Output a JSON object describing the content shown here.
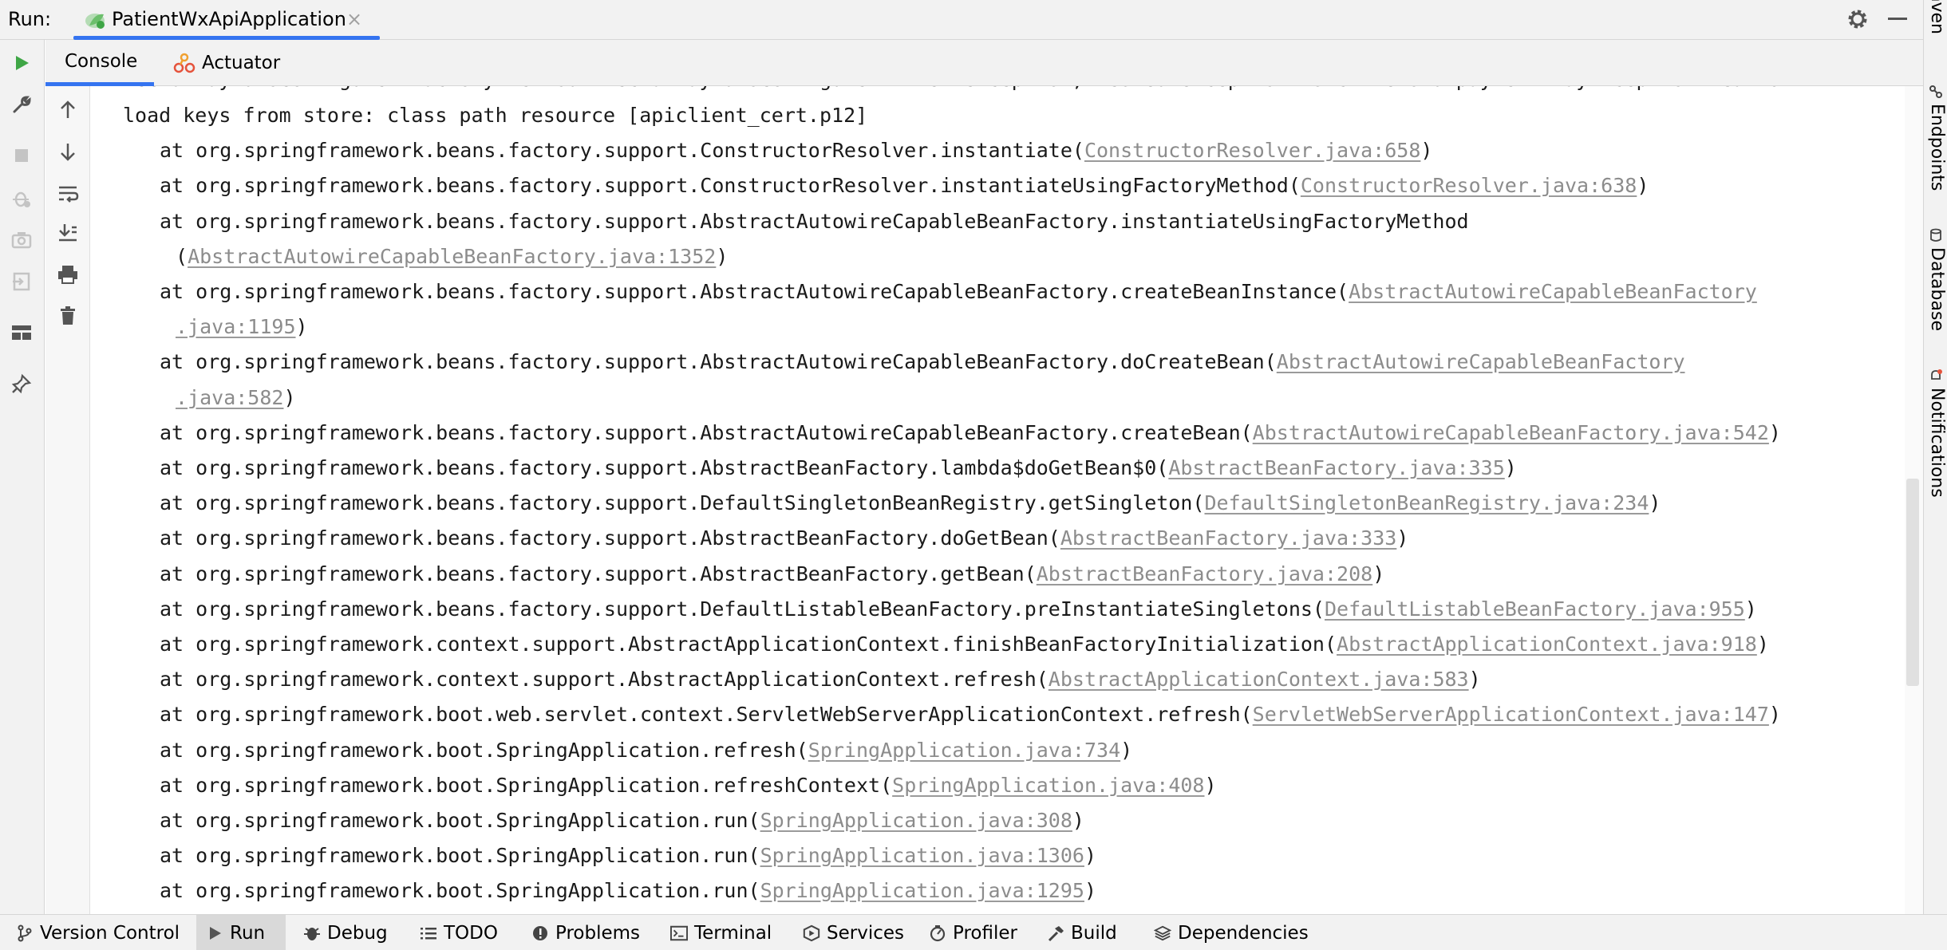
{
  "run_bar": {
    "label": "Run:",
    "tab_title": "PatientWxApiApplication",
    "close_glyph": "×"
  },
  "right_strip": {
    "tabs": [
      "Maven",
      "Endpoints",
      "Database",
      "Notifications"
    ]
  },
  "console_tabs": {
    "console": "Console",
    "actuator": "Actuator"
  },
  "console": {
    "cut_off_line": "WechatPayAutoConfigure: Factory method 'wechatPayAutoConfigure' threw exception; nested exception is cn.felord.payment.PayException: Cannot",
    "lines": [
      {
        "indent": 0,
        "prefix": "load keys from store: class path resource [apiclient_cert.p12]",
        "link": "",
        "suffix": ""
      },
      {
        "indent": 1,
        "prefix": "at org.springframework.beans.factory.support.ConstructorResolver.instantiate(",
        "link": "ConstructorResolver.java:658",
        "suffix": ")"
      },
      {
        "indent": 1,
        "prefix": "at org.springframework.beans.factory.support.ConstructorResolver.instantiateUsingFactoryMethod(",
        "link": "ConstructorResolver.java:638",
        "suffix": ")"
      },
      {
        "indent": 1,
        "prefix": "at org.springframework.beans.factory.support.AbstractAutowireCapableBeanFactory.instantiateUsingFactoryMethod",
        "link": "",
        "suffix": ""
      },
      {
        "indent": 2,
        "prefix": "(",
        "link": "AbstractAutowireCapableBeanFactory.java:1352",
        "suffix": ")"
      },
      {
        "indent": 1,
        "prefix": "at org.springframework.beans.factory.support.AbstractAutowireCapableBeanFactory.createBeanInstance(",
        "link": "AbstractAutowireCapableBeanFactory",
        "suffix": ""
      },
      {
        "indent": 2,
        "prefix": "",
        "link": ".java:1195",
        "suffix": ")"
      },
      {
        "indent": 1,
        "prefix": "at org.springframework.beans.factory.support.AbstractAutowireCapableBeanFactory.doCreateBean(",
        "link": "AbstractAutowireCapableBeanFactory",
        "suffix": ""
      },
      {
        "indent": 2,
        "prefix": "",
        "link": ".java:582",
        "suffix": ")"
      },
      {
        "indent": 1,
        "prefix": "at org.springframework.beans.factory.support.AbstractAutowireCapableBeanFactory.createBean(",
        "link": "AbstractAutowireCapableBeanFactory.java:542",
        "suffix": ")"
      },
      {
        "indent": 1,
        "prefix": "at org.springframework.beans.factory.support.AbstractBeanFactory.lambda$doGetBean$0(",
        "link": "AbstractBeanFactory.java:335",
        "suffix": ")"
      },
      {
        "indent": 1,
        "prefix": "at org.springframework.beans.factory.support.DefaultSingletonBeanRegistry.getSingleton(",
        "link": "DefaultSingletonBeanRegistry.java:234",
        "suffix": ")"
      },
      {
        "indent": 1,
        "prefix": "at org.springframework.beans.factory.support.AbstractBeanFactory.doGetBean(",
        "link": "AbstractBeanFactory.java:333",
        "suffix": ")"
      },
      {
        "indent": 1,
        "prefix": "at org.springframework.beans.factory.support.AbstractBeanFactory.getBean(",
        "link": "AbstractBeanFactory.java:208",
        "suffix": ")"
      },
      {
        "indent": 1,
        "prefix": "at org.springframework.beans.factory.support.DefaultListableBeanFactory.preInstantiateSingletons(",
        "link": "DefaultListableBeanFactory.java:955",
        "suffix": ")"
      },
      {
        "indent": 1,
        "prefix": "at org.springframework.context.support.AbstractApplicationContext.finishBeanFactoryInitialization(",
        "link": "AbstractApplicationContext.java:918",
        "suffix": ")"
      },
      {
        "indent": 1,
        "prefix": "at org.springframework.context.support.AbstractApplicationContext.refresh(",
        "link": "AbstractApplicationContext.java:583",
        "suffix": ")"
      },
      {
        "indent": 1,
        "prefix": "at org.springframework.boot.web.servlet.context.ServletWebServerApplicationContext.refresh(",
        "link": "ServletWebServerApplicationContext.java:147",
        "suffix": ")"
      },
      {
        "indent": 1,
        "prefix": "at org.springframework.boot.SpringApplication.refresh(",
        "link": "SpringApplication.java:734",
        "suffix": ")"
      },
      {
        "indent": 1,
        "prefix": "at org.springframework.boot.SpringApplication.refreshContext(",
        "link": "SpringApplication.java:408",
        "suffix": ")"
      },
      {
        "indent": 1,
        "prefix": "at org.springframework.boot.SpringApplication.run(",
        "link": "SpringApplication.java:308",
        "suffix": ")"
      },
      {
        "indent": 1,
        "prefix": "at org.springframework.boot.SpringApplication.run(",
        "link": "SpringApplication.java:1306",
        "suffix": ")"
      },
      {
        "indent": 1,
        "prefix": "at org.springframework.boot.SpringApplication.run(",
        "link": "SpringApplication.java:1295",
        "suffix": ")"
      }
    ]
  },
  "bottom_bar": {
    "tabs": [
      {
        "label": "Version Control",
        "icon": "branch-icon",
        "active": false
      },
      {
        "label": "Run",
        "icon": "play-icon",
        "active": true
      },
      {
        "label": "Debug",
        "icon": "bug-icon",
        "active": false
      },
      {
        "label": "TODO",
        "icon": "list-icon",
        "active": false
      },
      {
        "label": "Problems",
        "icon": "warning-icon",
        "active": false
      },
      {
        "label": "Terminal",
        "icon": "terminal-icon",
        "active": false
      },
      {
        "label": "Services",
        "icon": "services-icon",
        "active": false
      },
      {
        "label": "Profiler",
        "icon": "profiler-icon",
        "active": false
      },
      {
        "label": "Build",
        "icon": "hammer-icon",
        "active": false
      },
      {
        "label": "Dependencies",
        "icon": "layers-icon",
        "active": false
      }
    ]
  },
  "colors": {
    "accent": "#3574f0",
    "run_green": "#3fa646",
    "link_gray": "#8c8c8c"
  }
}
